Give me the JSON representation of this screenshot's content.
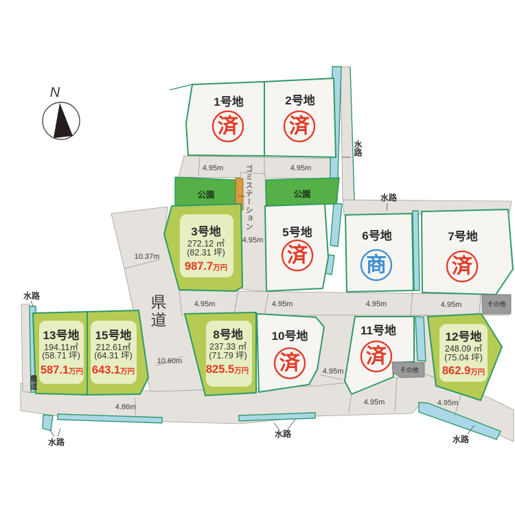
{
  "compass": {
    "north_label": "N"
  },
  "roads": {
    "prefectural": "県道",
    "farm": "農道"
  },
  "facilities": {
    "park_left": "公園",
    "park_right": "公園",
    "garbage_station": "ゴミステーション",
    "other_top_right": "その他",
    "other_mid": "その他"
  },
  "waterway_labels": {
    "top_right": "水路",
    "above_lot6": "水路",
    "near_lot13": "水路",
    "bottom_left": "水路",
    "bottom_middle": "水路",
    "bottom_right": "水路"
  },
  "lots": {
    "lot1": {
      "name": "1号地",
      "stamp": "済"
    },
    "lot2": {
      "name": "2号地",
      "stamp": "済"
    },
    "lot3": {
      "name": "3号地",
      "area_m2": "272.12 ㎡",
      "area_tsubo": "(82.31 坪)",
      "price": "987.7",
      "price_unit": "万円"
    },
    "lot5": {
      "name": "5号地",
      "stamp": "済"
    },
    "lot6": {
      "name": "6号地",
      "stamp": "商"
    },
    "lot7": {
      "name": "7号地",
      "stamp": "済"
    },
    "lot8": {
      "name": "8号地",
      "area_m2": "237.33 ㎡",
      "area_tsubo": "(71.79 坪)",
      "price": "825.5",
      "price_unit": "万円"
    },
    "lot10": {
      "name": "10号地",
      "stamp": "済"
    },
    "lot11": {
      "name": "11号地",
      "stamp": "済"
    },
    "lot12": {
      "name": "12号地",
      "area_m2": "248.09 ㎡",
      "area_tsubo": "(75.04 坪)",
      "price": "862.9",
      "price_unit": "万円"
    },
    "lot13": {
      "name": "13号地",
      "area_m2": "194.11㎡",
      "area_tsubo": "(58.71 坪)",
      "price": "587.1",
      "price_unit": "万円"
    },
    "lot15": {
      "name": "15号地",
      "area_m2": "212.61㎡",
      "area_tsubo": "(64.31 坪)",
      "price": "643.1",
      "price_unit": "万円"
    }
  },
  "measurements": {
    "top_left": "4.95m",
    "top_right": "4.95m",
    "gomi_corridor": "4.95m",
    "kendo_upper": "10.37m",
    "kendo_lower": "10.60m",
    "mid_lot8": "4.95m",
    "mid_lot10": "4.95m",
    "mid_lot6": "4.95m",
    "mid_lot7": "4.95m",
    "corridor_10_11": "4.95m",
    "bottom_lot11": "4.95m",
    "bottom_lot12": "4.95m",
    "bottom_left": "4.86m"
  },
  "colors": {
    "available_lot": "#b5cb54",
    "sold_lot": "#f6f5f1",
    "park_green": "#55b047",
    "road_gray": "#e5e2dd",
    "waterway_blue": "#abd7e8",
    "boundary_green": "#2e9a67",
    "sold_stamp_red": "#e23a28",
    "negotiation_blue": "#3f8fd4",
    "price_red": "#e5371f",
    "other_gray": "#9b9b9b",
    "garbage_orange": "#d89a3e"
  }
}
